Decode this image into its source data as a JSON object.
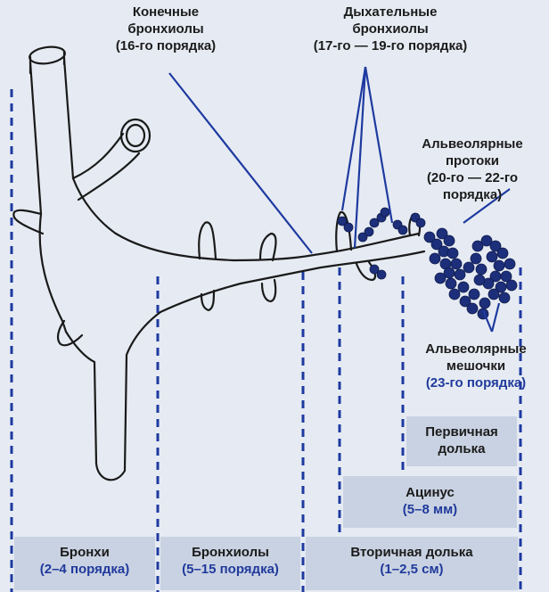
{
  "colors": {
    "background": "#e6ebf3",
    "box": "#c9d2e2",
    "accent_blue": "#203a9c",
    "line": "#1e3aa0",
    "outline": "#1a1a1a"
  },
  "labels": {
    "terminal": {
      "l1": "Конечные",
      "l2": "бронхиолы",
      "l3": "(16-го порядка)"
    },
    "respiratory": {
      "l1": "Дыхательные",
      "l2": "бронхиолы",
      "l3": "(17-го — 19-го порядка)"
    },
    "ducts": {
      "l1": "Альвеолярные",
      "l2": "протоки",
      "l3": "(20-го — 22-го",
      "l4": "порядка)"
    },
    "sacs": {
      "l1": "Альвеолярные",
      "l2": "мешочки",
      "l3": "(23-го порядка)"
    }
  },
  "boxes": {
    "primary": {
      "l1": "Первичная",
      "l2": "долька"
    },
    "acinus": {
      "l1": "Ацинус",
      "l2": "(5–8 мм)"
    },
    "bronchi": {
      "l1": "Бронхи",
      "l2": "(2–4 порядка)"
    },
    "bronchioles": {
      "l1": "Бронхиолы",
      "l2": "(5–15 порядка)"
    },
    "secondary": {
      "l1": "Вторичная долька",
      "l2": "(1–2,5 см)"
    }
  }
}
